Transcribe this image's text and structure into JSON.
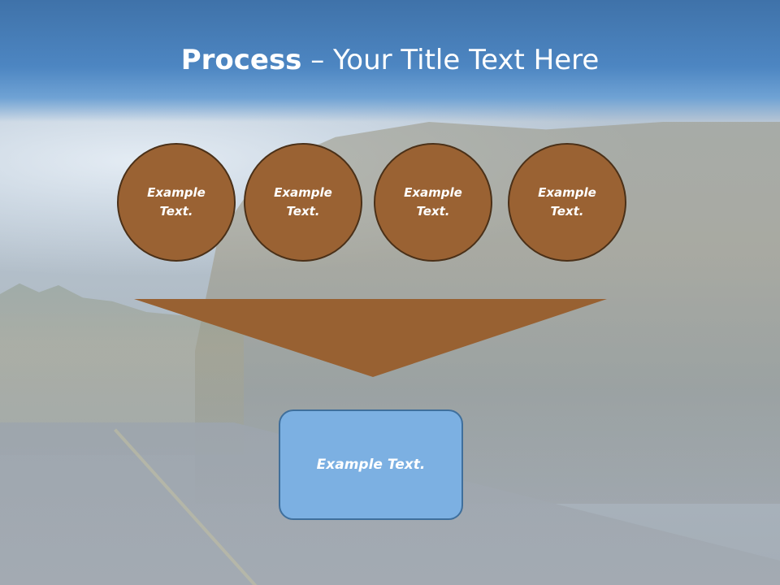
{
  "slide": {
    "title_bold": "Process",
    "title_rest": " – Your Title Text Here",
    "circles": [
      {
        "line1": "Example",
        "line2": "Text."
      },
      {
        "line1": "Example",
        "line2": "Text."
      },
      {
        "line1": "Example",
        "line2": "Text."
      },
      {
        "line1": "Example",
        "line2": "Text."
      }
    ],
    "result_text": "Example Text."
  },
  "colors": {
    "header_blue": "#4d86c2",
    "circle_fill": "#9a6233",
    "circle_border": "#4a3018",
    "arrow_fill": "#986132",
    "box_fill": "#7cb0e2",
    "box_border": "#3f6f9c"
  }
}
